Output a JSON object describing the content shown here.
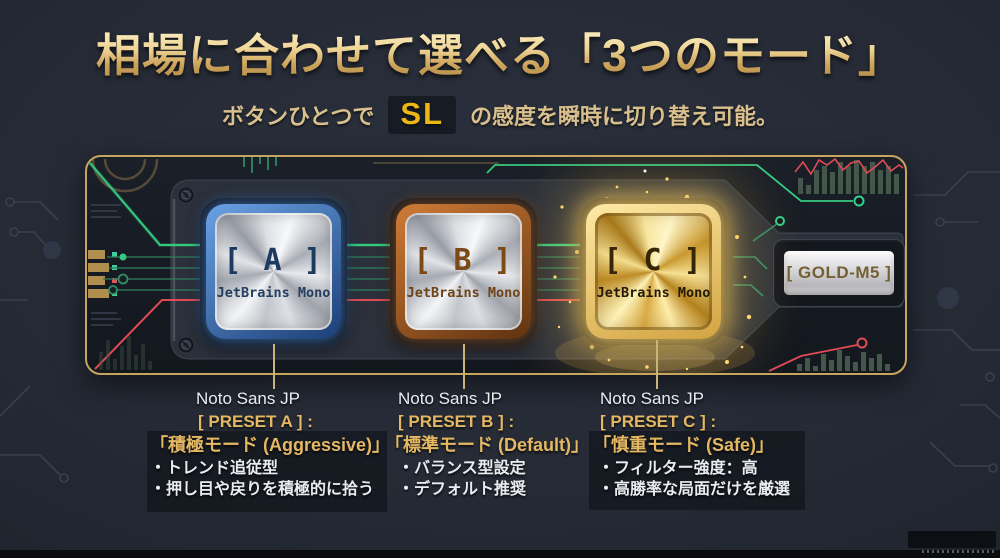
{
  "title": "相場に合わせて選べる「3つのモード」",
  "subtitle": {
    "prefix": "ボタンひとつで",
    "highlight": "SL",
    "suffix": "の感度を瞬時に切り替え可能。"
  },
  "device": {
    "label": "[ GOLD-M5 ]"
  },
  "chips": [
    {
      "label": "[ A ]",
      "font_name": "JetBrains Mono",
      "accent": "#4a86d8"
    },
    {
      "label": "[ B ]",
      "font_name": "JetBrains Mono",
      "accent": "#c06a2e"
    },
    {
      "label": "[ C ]",
      "font_name": "JetBrains Mono",
      "accent": "#f2cf6e"
    }
  ],
  "presets": [
    {
      "font_label": "Noto Sans JP",
      "preset_label": "[ PRESET A ] :",
      "mode_name": "「積極モード (Aggressive)」",
      "bullets": [
        "・トレンド追従型",
        "・押し目や戻りを積極的に拾う"
      ]
    },
    {
      "font_label": "Noto Sans JP",
      "preset_label": "[ PRESET B ] :",
      "mode_name": "「標準モード (Default)」",
      "bullets": [
        "・バランス型設定",
        "・デフォルト推奨"
      ]
    },
    {
      "font_label": "Noto Sans JP",
      "preset_label": "[ PRESET C ] :",
      "mode_name": "「慎重モード (Safe)」",
      "bullets": [
        "・フィルター強度：高",
        "・高勝率な局面だけを厳選"
      ]
    }
  ],
  "colors": {
    "panel_border": "#c8a55e",
    "gold_text": "#e4b862",
    "sl_yellow": "#ecb614",
    "trace_green": "#35c97f",
    "trace_red": "#e04b55"
  }
}
